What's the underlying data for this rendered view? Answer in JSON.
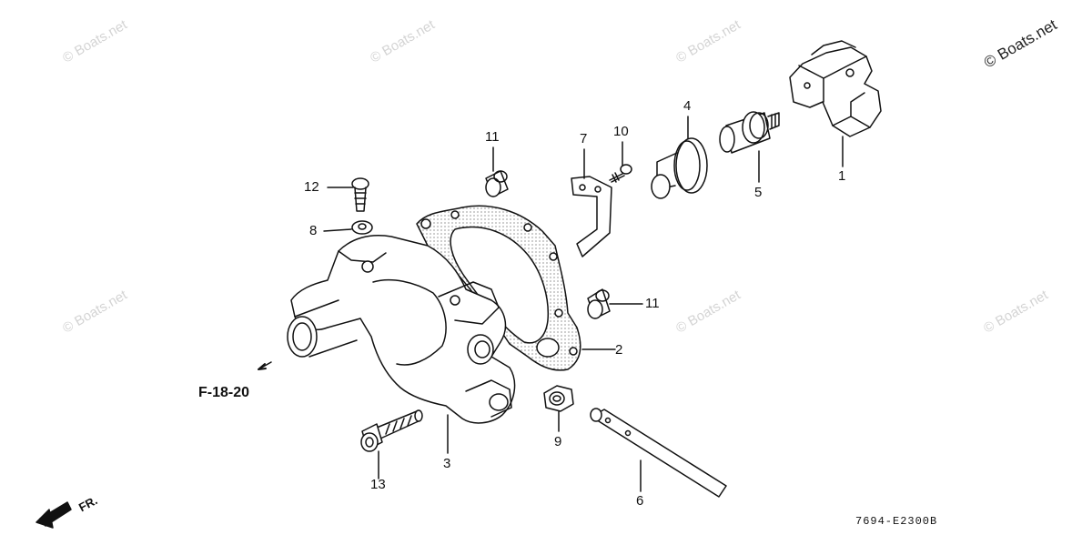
{
  "callouts": {
    "p1": "1",
    "p2": "2",
    "p3": "3",
    "p4": "4",
    "p5": "5",
    "p6": "6",
    "p7": "7",
    "p8": "8",
    "p9": "9",
    "p10": "10",
    "p11a": "11",
    "p11b": "11",
    "p12": "12",
    "p13": "13"
  },
  "reference": "F-18-20",
  "direction_label": "FR.",
  "diagram_code": "7694-E2300B",
  "watermark": "© Boats.net",
  "icons": {
    "front_arrow": "arrow-left-down-icon",
    "reference_arrow": "arrow-down-left-icon"
  },
  "colors": {
    "line": "#111111",
    "watermark": "#d4d4d4"
  }
}
